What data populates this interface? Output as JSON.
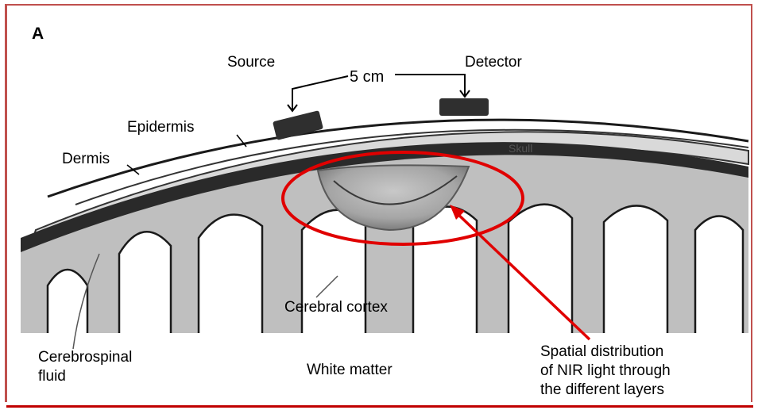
{
  "panel_label": "A",
  "labels": {
    "source": "Source",
    "detector": "Detector",
    "distance": "5 cm",
    "epidermis": "Epidermis",
    "dermis": "Dermis",
    "skull": "Skull",
    "cerebral_cortex": "Cerebral cortex",
    "csf_line1": "Cerebrospinal",
    "csf_line2": "fluid",
    "white_matter": "White matter",
    "nir_line1": "Spatial distribution",
    "nir_line2": "of NIR light through",
    "nir_line3": "the different layers"
  },
  "colors": {
    "frame": "#c0504d",
    "highlight": "#e00000",
    "cortex_fill": "#bfbfbf",
    "cortex_outline": "#1a1a1a",
    "skull_fill": "#d9d9d9",
    "light_region": "#9d9d9d"
  }
}
